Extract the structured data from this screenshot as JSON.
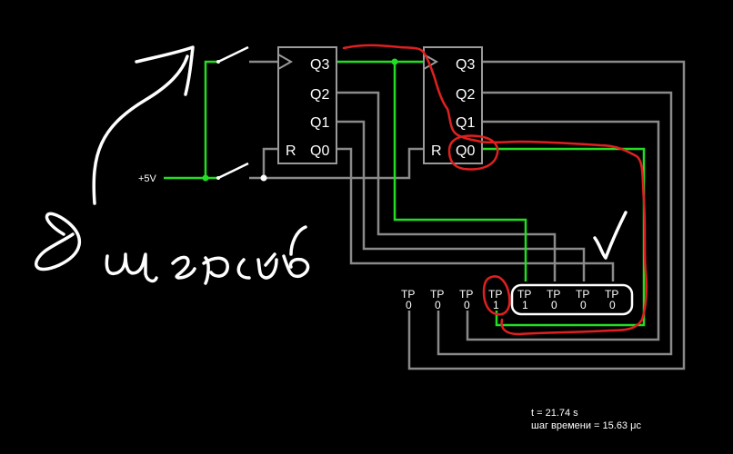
{
  "counters": [
    {
      "label_q3": "Q3",
      "label_q2": "Q2",
      "label_q1": "Q1",
      "label_q0": "Q0",
      "label_r": "R"
    },
    {
      "label_q3": "Q3",
      "label_q2": "Q2",
      "label_q1": "Q1",
      "label_q0": "Q0",
      "label_r": "R"
    }
  ],
  "supply": {
    "label": "+5V"
  },
  "test_points": [
    {
      "label": "TP",
      "value": "0"
    },
    {
      "label": "TP",
      "value": "0"
    },
    {
      "label": "TP",
      "value": "0"
    },
    {
      "label": "TP",
      "value": "1"
    },
    {
      "label": "TP",
      "value": "1"
    },
    {
      "label": "TP",
      "value": "0"
    },
    {
      "label": "TP",
      "value": "0"
    },
    {
      "label": "TP",
      "value": "0"
    }
  ],
  "status": {
    "time": "t = 21.74 s",
    "time_step": "шаг времени = 15.63 μс"
  },
  "annotation": {
    "handwritten_text": "8 щелчков"
  },
  "colors": {
    "background": "#000000",
    "wire_inactive": "#8a8a8a",
    "wire_active": "#22dd22",
    "ink_red": "#e02020",
    "ink_white": "#ffffff"
  }
}
